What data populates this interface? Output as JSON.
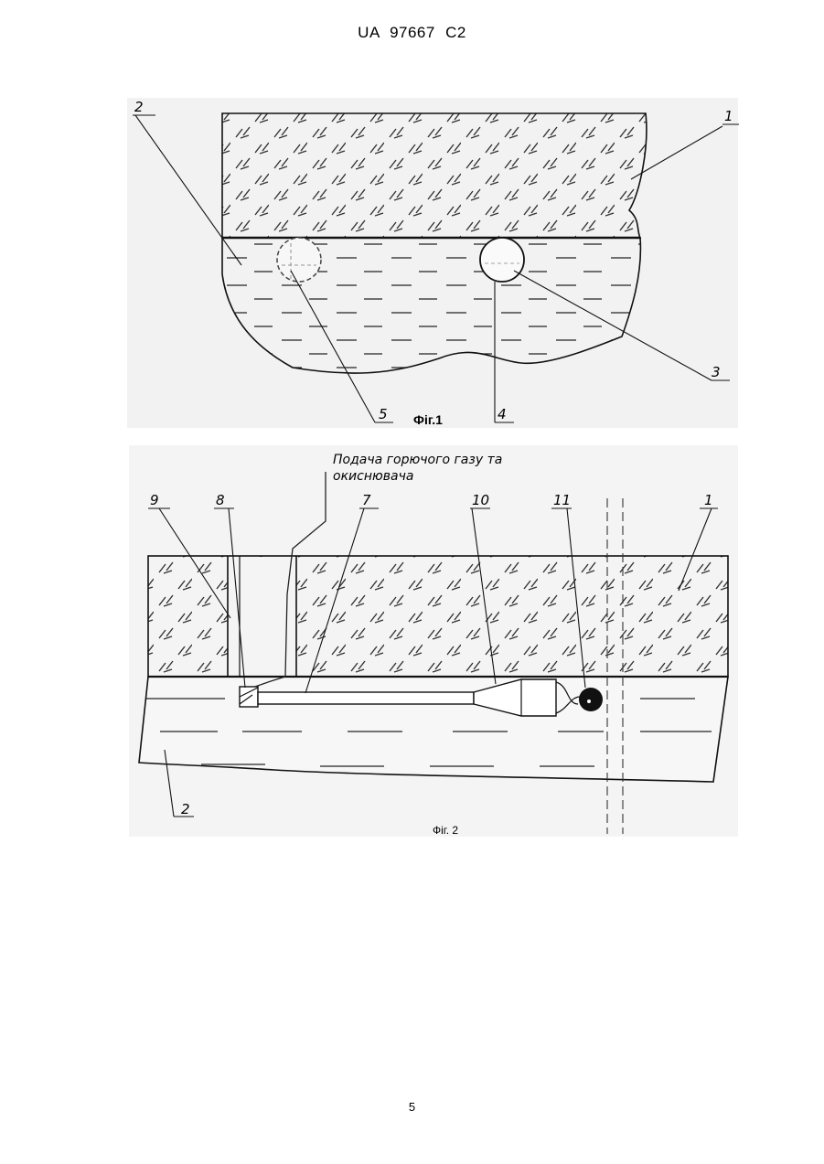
{
  "header": {
    "document_id": "UA   97667   C2"
  },
  "figure1": {
    "caption": "Фіг.1",
    "labels": {
      "n1": "1",
      "n2": "2",
      "n3": "3",
      "n4": "4",
      "n5": "5"
    }
  },
  "figure2": {
    "caption": "Фіг. 2",
    "note_line1": "Подача горючого газу та",
    "note_line2": "окиснювача",
    "labels": {
      "n1": "1",
      "n2": "2",
      "n7": "7",
      "n8": "8",
      "n9": "9",
      "n10": "10",
      "n11": "11"
    }
  },
  "footer": {
    "page_number": "5"
  }
}
